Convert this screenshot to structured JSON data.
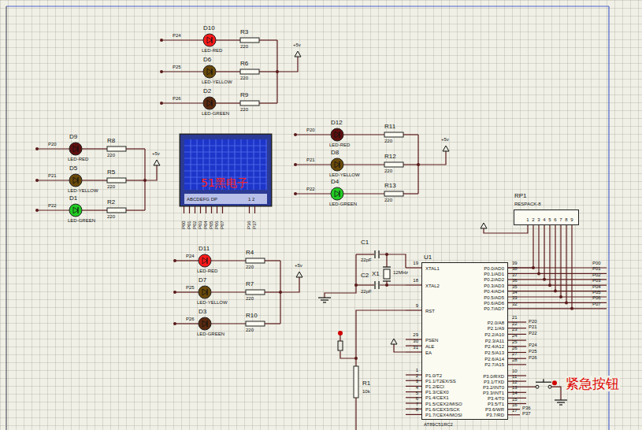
{
  "diagram": {
    "nodes": [
      {
        "text": [
          "ABCDEFG DP",
          "1 2"
        ]
      },
      {
        "text": [
          "RP1",
          "RESPACK-8"
        ]
      },
      {
        "text": [
          "U1",
          "XTAL1",
          "XTAL2",
          "RST",
          "PSEN",
          "ALE",
          "EA",
          "P1.0/T2",
          "P1.1/T2EX/SS",
          "P1.2/ECI",
          "P1.3/CEX0",
          "P1.4/CEX1",
          "P1.5/CEX2/MISO",
          "P1.6/CEX3/SCK",
          "P1.7/CEX4/MOSI",
          "P0.0/AD0",
          "P0.1/AD1",
          "P0.2/AD2",
          "P0.3/AD3",
          "P0.4/AD4",
          "P0.5/AD5",
          "P0.6/AD6",
          "P0.7/AD7",
          "P2.0/A8",
          "P2.1/A9",
          "P2.2/A10",
          "P2.3/A11",
          "P2.4/A12",
          "P2.5/A13",
          "P2.6/A14",
          "P2.7/A15",
          "P3.0/RXD",
          "P3.1/TXD",
          "P3.2/INT0",
          "P3.3/INT1",
          "P3.4/T0",
          "P3.5/T1",
          "P3.6/WR",
          "P3.7/RD",
          "AT89C51RC2"
        ]
      }
    ],
    "edges": [
      {
        "from": 1,
        "to": 2,
        "arrow": "none"
      }
    ],
    "labels": [
      "P24",
      "D10",
      "LED-RED",
      "R3",
      "220",
      "+5v",
      "P25",
      "D6",
      "LED-YELLOW",
      "R6",
      "220",
      "P26",
      "D2",
      "LED-GREEN",
      "R9",
      "220",
      "P20",
      "D9",
      "LED-RED",
      "R8",
      "220",
      "+5v",
      "P21",
      "D5",
      "LED-YELLOW",
      "R5",
      "220",
      "P22",
      "D1",
      "LED-GREEN",
      "R2",
      "220",
      "P20",
      "D12",
      "LED-RED",
      "R11",
      "220",
      "+5v",
      "P21",
      "D8",
      "LED-YELLOW",
      "R12",
      "220",
      "P22",
      "D4",
      "LED-GREEN",
      "R13",
      "220",
      "P24",
      "D11",
      "LED-RED",
      "R4",
      "220",
      "+5v",
      "P25",
      "D7",
      "LED-YELLOW",
      "R7",
      "220",
      "P26",
      "D3",
      "LED-GREEN",
      "R10",
      "220",
      "51黑电子",
      "P00",
      "P01",
      "P02",
      "P03",
      "P04",
      "P05",
      "P06",
      "P07",
      "P36",
      "P37",
      "C1",
      "22pF",
      "C2",
      "X1",
      "12MHz",
      "22pF",
      "R1",
      "10k",
      "1",
      "2",
      "3",
      "4",
      "5",
      "6",
      "7",
      "8",
      "9",
      "19",
      "18",
      "9",
      "29",
      "30",
      "31",
      "1",
      "2",
      "3",
      "4",
      "5",
      "6",
      "7",
      "8",
      "39",
      "38",
      "37",
      "36",
      "35",
      "34",
      "33",
      "32",
      "21",
      "22",
      "23",
      "24",
      "25",
      "26",
      "27",
      "28",
      "10",
      "11",
      "12",
      "13",
      "14",
      "15",
      "16",
      "17",
      "P00",
      "P01",
      "P02",
      "P03",
      "P04",
      "P05",
      "P06",
      "P07",
      "P20",
      "P21",
      "P22",
      "P24",
      "P25",
      "P26",
      "P36",
      "P37",
      "紧急按钮"
    ]
  }
}
